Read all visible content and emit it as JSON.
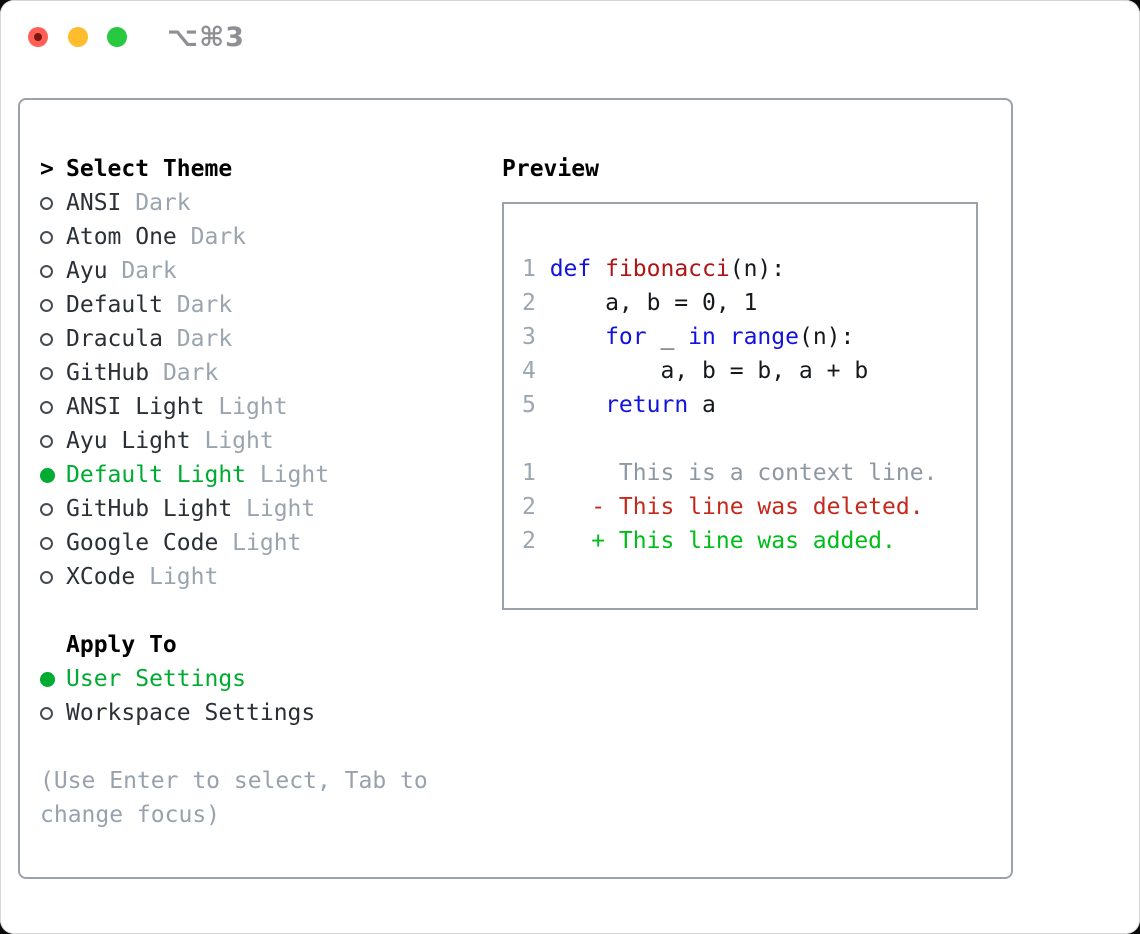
{
  "window": {
    "title": "⌥⌘3",
    "traffic_lights": [
      "close",
      "minimize",
      "zoom"
    ]
  },
  "theme_picker": {
    "header_marker": ">",
    "header_label": "Select Theme",
    "themes": [
      {
        "name": "ANSI",
        "tag": "Dark",
        "selected": false
      },
      {
        "name": "Atom One",
        "tag": "Dark",
        "selected": false
      },
      {
        "name": "Ayu",
        "tag": "Dark",
        "selected": false
      },
      {
        "name": "Default",
        "tag": "Dark",
        "selected": false
      },
      {
        "name": "Dracula",
        "tag": "Dark",
        "selected": false
      },
      {
        "name": "GitHub",
        "tag": "Dark",
        "selected": false
      },
      {
        "name": "ANSI Light",
        "tag": "Light",
        "selected": false
      },
      {
        "name": "Ayu Light",
        "tag": "Light",
        "selected": false
      },
      {
        "name": "Default Light",
        "tag": "Light",
        "selected": true
      },
      {
        "name": "GitHub Light",
        "tag": "Light",
        "selected": false
      },
      {
        "name": "Google Code",
        "tag": "Light",
        "selected": false
      },
      {
        "name": "XCode",
        "tag": "Light",
        "selected": false
      }
    ],
    "apply_to": {
      "label": "Apply To",
      "options": [
        {
          "name": "User Settings",
          "selected": true
        },
        {
          "name": "Workspace Settings",
          "selected": false
        }
      ]
    },
    "hint_lines": [
      "(Use Enter to select, Tab to",
      "change focus)"
    ]
  },
  "preview": {
    "label": "Preview",
    "python_lines": [
      {
        "num": "1",
        "tokens": [
          {
            "t": "def",
            "c": "kw"
          },
          {
            "t": " ",
            "c": "pl"
          },
          {
            "t": "fibonacci",
            "c": "fn"
          },
          {
            "t": "(n):",
            "c": "pl"
          }
        ]
      },
      {
        "num": "2",
        "tokens": [
          {
            "t": "    a, b = 0, 1",
            "c": "pl"
          }
        ]
      },
      {
        "num": "3",
        "tokens": [
          {
            "t": "    ",
            "c": "pl"
          },
          {
            "t": "for",
            "c": "kw"
          },
          {
            "t": " _ ",
            "c": "pl"
          },
          {
            "t": "in",
            "c": "kw"
          },
          {
            "t": " ",
            "c": "pl"
          },
          {
            "t": "range",
            "c": "kw"
          },
          {
            "t": "(n):",
            "c": "pl"
          }
        ]
      },
      {
        "num": "4",
        "tokens": [
          {
            "t": "        a, b = b, a + b",
            "c": "pl"
          }
        ]
      },
      {
        "num": "5",
        "tokens": [
          {
            "t": "    ",
            "c": "pl"
          },
          {
            "t": "return",
            "c": "kw"
          },
          {
            "t": " a",
            "c": "pl"
          }
        ]
      }
    ],
    "diff_lines": [
      {
        "num": "1",
        "kind": "context",
        "text": "     This is a context line."
      },
      {
        "num": "2",
        "kind": "deleted",
        "text": "   - This line was deleted."
      },
      {
        "num": "2",
        "kind": "added",
        "text": "   + This line was added."
      }
    ]
  },
  "colors": {
    "accent_green": "#00ab32",
    "keyword_blue": "#1212dd",
    "function_red": "#b01515",
    "diff_deleted_red": "#c5291c",
    "diff_added_green": "#00bd1a",
    "muted_gray": "#9aa4ae",
    "line_number_gray": "#9aa6b2",
    "border_gray": "#9aa2ab",
    "traffic_close": "#ff5f57",
    "traffic_minimize": "#febc2e",
    "traffic_zoom": "#28c840"
  }
}
